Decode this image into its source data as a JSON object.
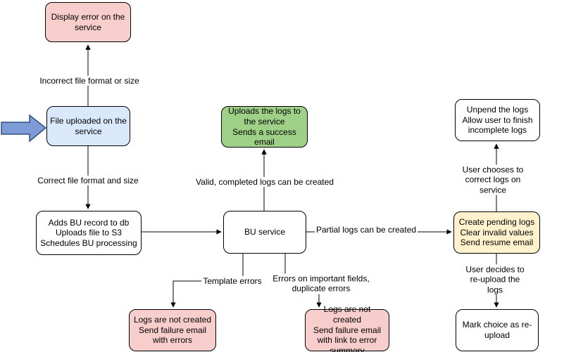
{
  "diagram": {
    "nodes": {
      "display_error": {
        "text": "Display error on the service",
        "fill": "#F8CECC"
      },
      "file_uploaded": {
        "text": "File uploaded on the service",
        "fill": "#DAE8FC"
      },
      "adds_bu": {
        "text": "Adds BU record to db\nUploads file to S3\nSchedules BU processing",
        "fill": "#FFFFFF"
      },
      "bu_service": {
        "text": "BU service",
        "fill": "#FFFFFF"
      },
      "uploads_logs": {
        "text": "Uploads the logs to the service\nSends a success email",
        "fill": "#9ED187"
      },
      "create_pending": {
        "text": "Create pending logs\nClear invalid values\nSend resume email",
        "fill": "#FFF2CC"
      },
      "unpend": {
        "text": "Unpend the logs\nAllow user to finish incomplete logs",
        "fill": "#FFFFFF"
      },
      "mark_choice": {
        "text": "Mark choice as re-upload",
        "fill": "#FFFFFF"
      },
      "logs_template": {
        "text": "Logs are not created\nSend failure email with errors",
        "fill": "#F8CECC"
      },
      "logs_fields": {
        "text": "Logs are not created\nSend failure email with link to error summary",
        "fill": "#F8CECC"
      }
    },
    "edge_labels": {
      "incorrect_format": "Incorrect file format or size",
      "correct_format": "Correct file format and size",
      "valid_logs": "Valid, completed logs can be created",
      "partial_logs": "Partial logs can be created",
      "template_errors": "Template errors",
      "field_errors": "Errors on important fields,\nduplicate errors",
      "user_chooses": "User chooses to correct logs on service",
      "user_decides": "User decides to re-upload the logs"
    },
    "colors": {
      "node_stroke": "#000000",
      "edge": "#000000",
      "pink": "#F8CECC",
      "blue": "#DAE8FC",
      "green": "#9ED187",
      "yellow": "#FFF2CC",
      "white": "#FFFFFF",
      "pointer_fill": "#7D9BD6",
      "pointer_stroke": "#32507E"
    }
  }
}
